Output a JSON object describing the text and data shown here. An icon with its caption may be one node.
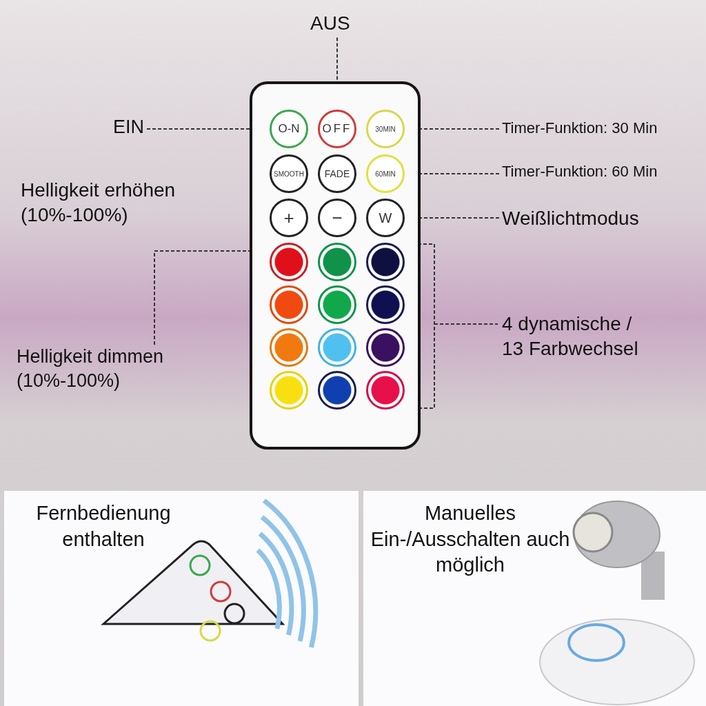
{
  "diagram": {
    "nodes": [
      {
        "text": [],
        "shape": "box"
      },
      {
        "text": [
          "O-N"
        ],
        "in": 0
      },
      {
        "text": [
          "OFF"
        ],
        "in": 0
      },
      {
        "text": [
          "30MIN"
        ],
        "in": 0
      },
      {
        "text": [
          "SMOOTH"
        ],
        "in": 0
      },
      {
        "text": [
          "FADE"
        ],
        "in": 0
      },
      {
        "text": [
          "60MIN"
        ],
        "in": 0
      },
      {
        "text": [
          "+"
        ],
        "in": 0
      },
      {
        "text": [
          "−"
        ],
        "in": 0
      },
      {
        "text": [
          "W"
        ],
        "in": 0
      },
      {
        "text": [],
        "shape": "circle",
        "in": 0
      },
      {
        "text": [],
        "shape": "circle",
        "in": 0
      },
      {
        "text": [],
        "shape": "circle",
        "in": 0
      },
      {
        "text": [],
        "shape": "circle",
        "in": 0
      },
      {
        "text": [],
        "shape": "circle",
        "in": 0
      },
      {
        "text": [],
        "shape": "circle",
        "in": 0
      },
      {
        "text": [],
        "shape": "circle",
        "in": 0
      },
      {
        "text": [],
        "shape": "circle",
        "in": 0
      },
      {
        "text": [],
        "shape": "circle",
        "in": 0
      },
      {
        "text": [],
        "shape": "circle",
        "in": 0
      },
      {
        "text": [],
        "shape": "circle",
        "in": 0
      },
      {
        "text": [],
        "shape": "circle",
        "in": 0
      },
      {
        "text": [
          "AUS"
        ]
      },
      {
        "text": [
          "EIN"
        ]
      },
      {
        "text": [
          "Timer-Funktion: 30 Min"
        ]
      },
      {
        "text": [
          "Timer-Funktion: 60 Min"
        ]
      },
      {
        "text": [
          "Weißlichtmodus"
        ]
      },
      {
        "text": [
          "Helligkeit dimmen (10%-100%)"
        ]
      },
      {
        "text": [
          "Fernbedienung enthalten"
        ]
      },
      {
        "text": [
          "Manuelles Ein-/Ausschalten auch möglich"
        ]
      }
    ],
    "edges": [
      {
        "from": 22,
        "to": 2,
        "arrow": "none",
        "style": "dashed"
      },
      {
        "from": 23,
        "to": 1,
        "arrow": "none",
        "style": "dashed"
      },
      {
        "from": 24,
        "to": 3,
        "arrow": "none",
        "style": "dashed"
      },
      {
        "from": 25,
        "to": 6,
        "arrow": "none",
        "style": "dashed"
      },
      {
        "from": 26,
        "to": 9,
        "arrow": "none",
        "style": "dashed"
      },
      {
        "from": 27,
        "to": 8,
        "arrow": "none",
        "style": "dashed"
      }
    ],
    "labels": [
      "Helligkeit erhöhen (10%-100%)",
      "4 dynamische / 13 Farbwechsel"
    ]
  }
}
